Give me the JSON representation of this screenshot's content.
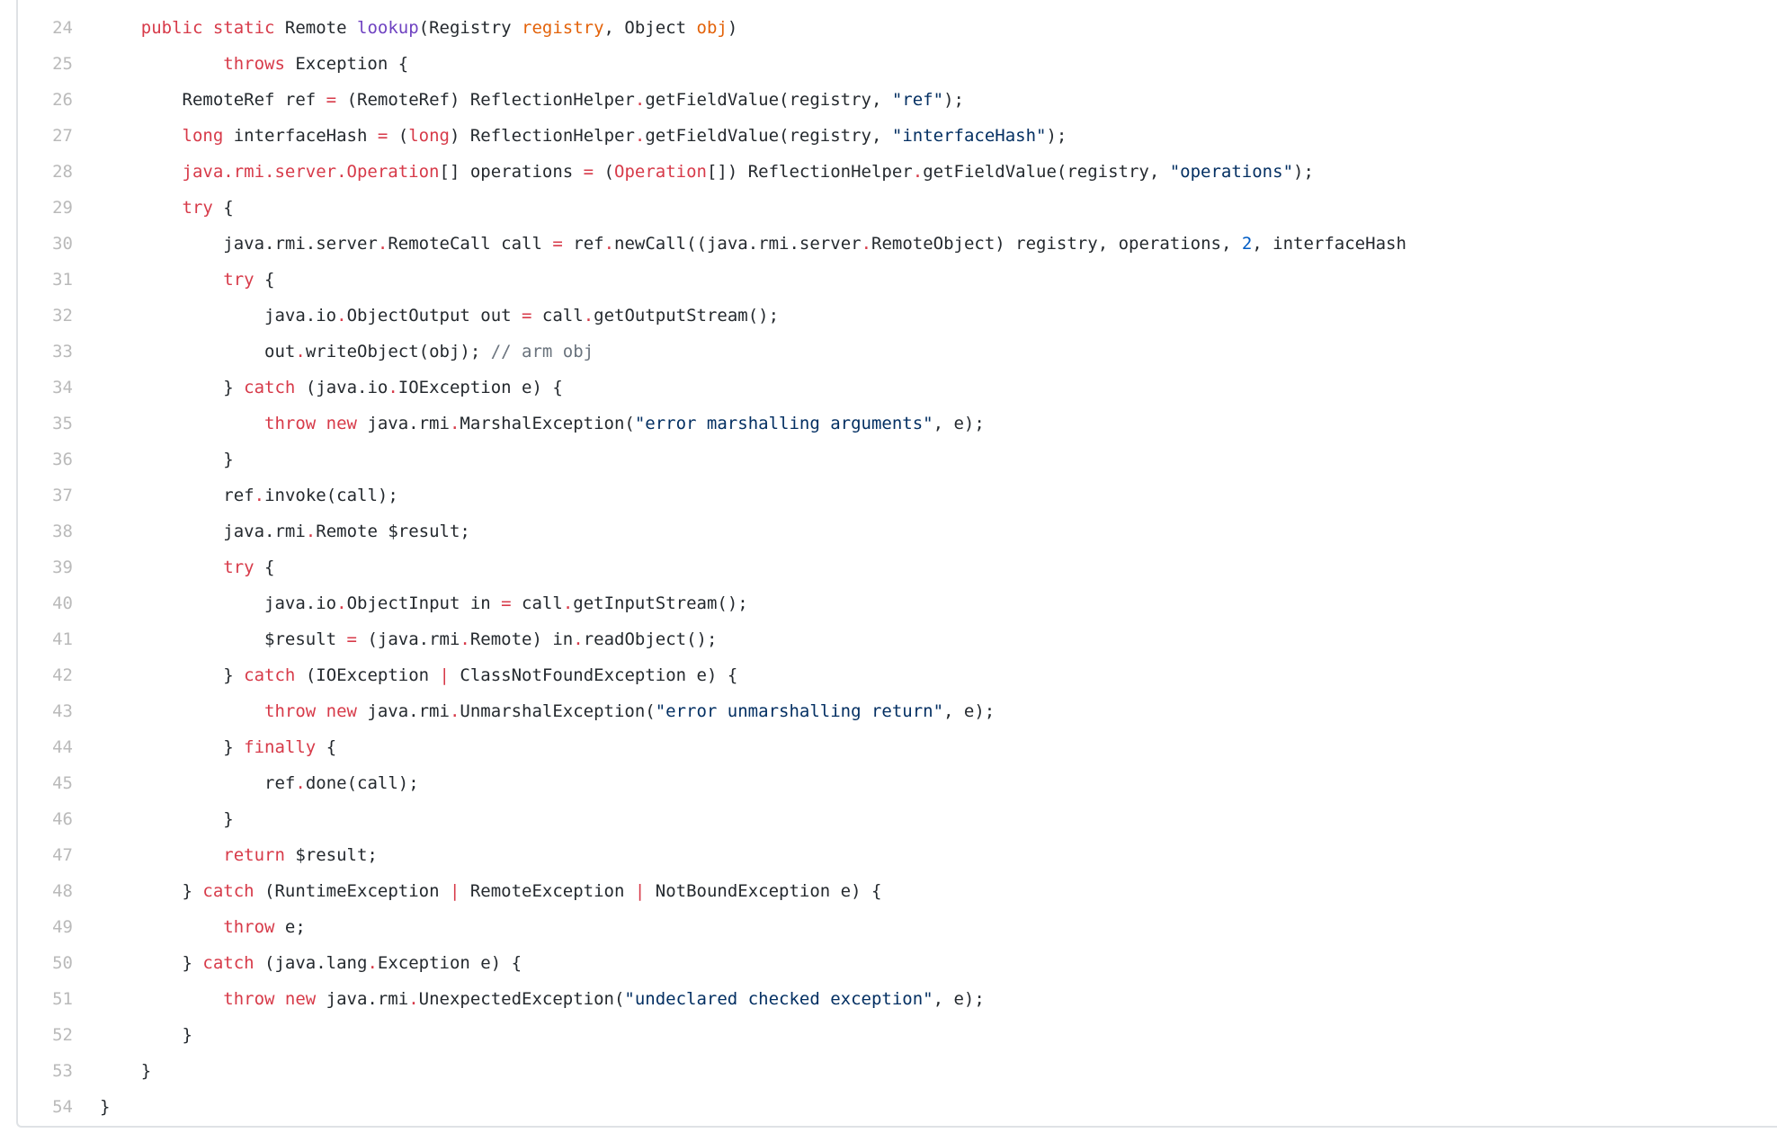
{
  "colors": {
    "keyword": "#d73a49",
    "function": "#6f42c1",
    "param": "#e36209",
    "string": "#032f62",
    "number": "#005cc5",
    "comment": "#6a737d",
    "text": "#24292e",
    "line_number": "#bababa"
  },
  "lines": [
    {
      "n": "24",
      "indent": 4,
      "tokens": [
        [
          "k",
          "public static "
        ],
        [
          "t",
          "Remote "
        ],
        [
          "f",
          "lookup"
        ],
        [
          "t",
          "(Registry "
        ],
        [
          "p",
          "registry"
        ],
        [
          "t",
          ", Object "
        ],
        [
          "p",
          "obj"
        ],
        [
          "t",
          ")"
        ]
      ]
    },
    {
      "n": "25",
      "indent": 12,
      "tokens": [
        [
          "k",
          "throws"
        ],
        [
          "t",
          " Exception {"
        ]
      ]
    },
    {
      "n": "26",
      "indent": 8,
      "tokens": [
        [
          "t",
          "RemoteRef ref "
        ],
        [
          "o",
          "="
        ],
        [
          "t",
          " (RemoteRef) ReflectionHelper"
        ],
        [
          "o",
          "."
        ],
        [
          "t",
          "getFieldValue(registry, "
        ],
        [
          "s",
          "\"ref\""
        ],
        [
          "t",
          ");"
        ]
      ]
    },
    {
      "n": "27",
      "indent": 8,
      "tokens": [
        [
          "k",
          "long"
        ],
        [
          "t",
          " interfaceHash "
        ],
        [
          "o",
          "="
        ],
        [
          "t",
          " ("
        ],
        [
          "k",
          "long"
        ],
        [
          "t",
          ") ReflectionHelper"
        ],
        [
          "o",
          "."
        ],
        [
          "t",
          "getFieldValue(registry, "
        ],
        [
          "s",
          "\"interfaceHash\""
        ],
        [
          "t",
          ");"
        ]
      ]
    },
    {
      "n": "28",
      "indent": 8,
      "tokens": [
        [
          "k",
          "java.rmi.server.Operation"
        ],
        [
          "t",
          "[] operations "
        ],
        [
          "o",
          "="
        ],
        [
          "t",
          " ("
        ],
        [
          "k",
          "Operation"
        ],
        [
          "t",
          "[]) ReflectionHelper"
        ],
        [
          "o",
          "."
        ],
        [
          "t",
          "getFieldValue(registry, "
        ],
        [
          "s",
          "\"operations\""
        ],
        [
          "t",
          ");"
        ]
      ]
    },
    {
      "n": "29",
      "indent": 8,
      "tokens": [
        [
          "k",
          "try"
        ],
        [
          "t",
          " {"
        ]
      ]
    },
    {
      "n": "30",
      "indent": 12,
      "tokens": [
        [
          "t",
          "java.rmi.server"
        ],
        [
          "o",
          "."
        ],
        [
          "t",
          "RemoteCall call "
        ],
        [
          "o",
          "="
        ],
        [
          "t",
          " ref"
        ],
        [
          "o",
          "."
        ],
        [
          "t",
          "newCall((java.rmi.server"
        ],
        [
          "o",
          "."
        ],
        [
          "t",
          "RemoteObject) registry, operations, "
        ],
        [
          "n",
          "2"
        ],
        [
          "t",
          ", interfaceHash"
        ]
      ]
    },
    {
      "n": "31",
      "indent": 12,
      "tokens": [
        [
          "k",
          "try"
        ],
        [
          "t",
          " {"
        ]
      ]
    },
    {
      "n": "32",
      "indent": 16,
      "tokens": [
        [
          "t",
          "java.io"
        ],
        [
          "o",
          "."
        ],
        [
          "t",
          "ObjectOutput out "
        ],
        [
          "o",
          "="
        ],
        [
          "t",
          " call"
        ],
        [
          "o",
          "."
        ],
        [
          "t",
          "getOutputStream();"
        ]
      ]
    },
    {
      "n": "33",
      "indent": 16,
      "tokens": [
        [
          "t",
          "out"
        ],
        [
          "o",
          "."
        ],
        [
          "t",
          "writeObject(obj); "
        ],
        [
          "c",
          "// arm obj"
        ]
      ]
    },
    {
      "n": "34",
      "indent": 12,
      "tokens": [
        [
          "t",
          "} "
        ],
        [
          "k",
          "catch"
        ],
        [
          "t",
          " (java.io"
        ],
        [
          "o",
          "."
        ],
        [
          "t",
          "IOException e) {"
        ]
      ]
    },
    {
      "n": "35",
      "indent": 16,
      "tokens": [
        [
          "k",
          "throw new"
        ],
        [
          "t",
          " java.rmi"
        ],
        [
          "o",
          "."
        ],
        [
          "t",
          "MarshalException("
        ],
        [
          "s",
          "\"error marshalling arguments\""
        ],
        [
          "t",
          ", e);"
        ]
      ]
    },
    {
      "n": "36",
      "indent": 12,
      "tokens": [
        [
          "t",
          "}"
        ]
      ]
    },
    {
      "n": "37",
      "indent": 12,
      "tokens": [
        [
          "t",
          "ref"
        ],
        [
          "o",
          "."
        ],
        [
          "t",
          "invoke(call);"
        ]
      ]
    },
    {
      "n": "38",
      "indent": 12,
      "tokens": [
        [
          "t",
          "java.rmi"
        ],
        [
          "o",
          "."
        ],
        [
          "t",
          "Remote $result;"
        ]
      ]
    },
    {
      "n": "39",
      "indent": 12,
      "tokens": [
        [
          "k",
          "try"
        ],
        [
          "t",
          " {"
        ]
      ]
    },
    {
      "n": "40",
      "indent": 16,
      "tokens": [
        [
          "t",
          "java.io"
        ],
        [
          "o",
          "."
        ],
        [
          "t",
          "ObjectInput in "
        ],
        [
          "o",
          "="
        ],
        [
          "t",
          " call"
        ],
        [
          "o",
          "."
        ],
        [
          "t",
          "getInputStream();"
        ]
      ]
    },
    {
      "n": "41",
      "indent": 16,
      "tokens": [
        [
          "t",
          "$result "
        ],
        [
          "o",
          "="
        ],
        [
          "t",
          " (java.rmi"
        ],
        [
          "o",
          "."
        ],
        [
          "t",
          "Remote) in"
        ],
        [
          "o",
          "."
        ],
        [
          "t",
          "readObject();"
        ]
      ]
    },
    {
      "n": "42",
      "indent": 12,
      "tokens": [
        [
          "t",
          "} "
        ],
        [
          "k",
          "catch"
        ],
        [
          "t",
          " (IOException "
        ],
        [
          "o",
          "|"
        ],
        [
          "t",
          " ClassNotFoundException e) {"
        ]
      ]
    },
    {
      "n": "43",
      "indent": 16,
      "tokens": [
        [
          "k",
          "throw new"
        ],
        [
          "t",
          " java.rmi"
        ],
        [
          "o",
          "."
        ],
        [
          "t",
          "UnmarshalException("
        ],
        [
          "s",
          "\"error unmarshalling return\""
        ],
        [
          "t",
          ", e);"
        ]
      ]
    },
    {
      "n": "44",
      "indent": 12,
      "tokens": [
        [
          "t",
          "} "
        ],
        [
          "k",
          "finally"
        ],
        [
          "t",
          " {"
        ]
      ]
    },
    {
      "n": "45",
      "indent": 16,
      "tokens": [
        [
          "t",
          "ref"
        ],
        [
          "o",
          "."
        ],
        [
          "t",
          "done(call);"
        ]
      ]
    },
    {
      "n": "46",
      "indent": 12,
      "tokens": [
        [
          "t",
          "}"
        ]
      ]
    },
    {
      "n": "47",
      "indent": 12,
      "tokens": [
        [
          "k",
          "return"
        ],
        [
          "t",
          " $result;"
        ]
      ]
    },
    {
      "n": "48",
      "indent": 8,
      "tokens": [
        [
          "t",
          "} "
        ],
        [
          "k",
          "catch"
        ],
        [
          "t",
          " (RuntimeException "
        ],
        [
          "o",
          "|"
        ],
        [
          "t",
          " RemoteException "
        ],
        [
          "o",
          "|"
        ],
        [
          "t",
          " NotBoundException e) {"
        ]
      ]
    },
    {
      "n": "49",
      "indent": 12,
      "tokens": [
        [
          "k",
          "throw"
        ],
        [
          "t",
          " e;"
        ]
      ]
    },
    {
      "n": "50",
      "indent": 8,
      "tokens": [
        [
          "t",
          "} "
        ],
        [
          "k",
          "catch"
        ],
        [
          "t",
          " (java.lang"
        ],
        [
          "o",
          "."
        ],
        [
          "t",
          "Exception e) {"
        ]
      ]
    },
    {
      "n": "51",
      "indent": 12,
      "tokens": [
        [
          "k",
          "throw new"
        ],
        [
          "t",
          " java.rmi"
        ],
        [
          "o",
          "."
        ],
        [
          "t",
          "UnexpectedException("
        ],
        [
          "s",
          "\"undeclared checked exception\""
        ],
        [
          "t",
          ", e);"
        ]
      ]
    },
    {
      "n": "52",
      "indent": 8,
      "tokens": [
        [
          "t",
          "}"
        ]
      ]
    },
    {
      "n": "53",
      "indent": 4,
      "tokens": [
        [
          "t",
          "}"
        ]
      ]
    },
    {
      "n": "54",
      "indent": 0,
      "tokens": [
        [
          "t",
          "}"
        ]
      ]
    }
  ]
}
